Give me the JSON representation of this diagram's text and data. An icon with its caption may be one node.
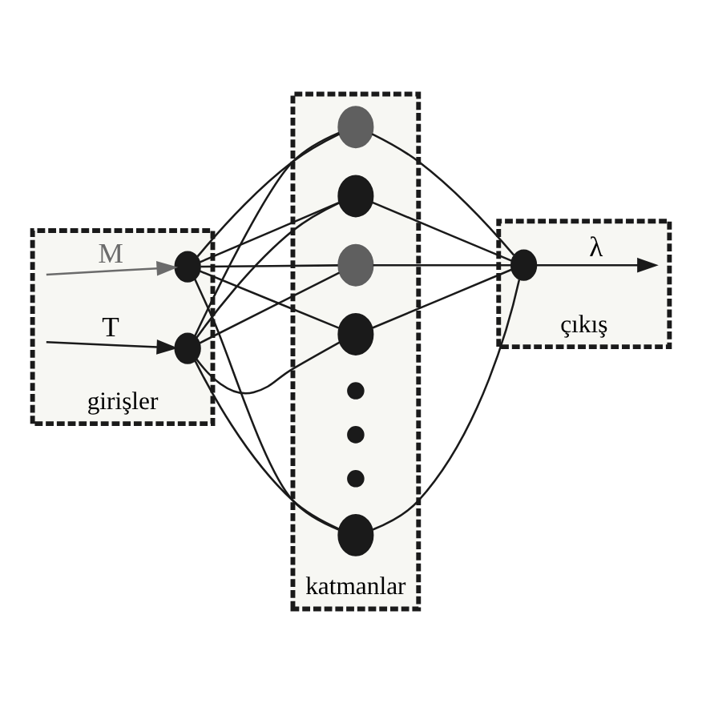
{
  "diagram": {
    "nodes": [
      {
        "text": [
          "girişler"
        ]
      },
      {
        "text": [],
        "shape": "circle",
        "in": 0
      },
      {
        "text": [],
        "shape": "circle",
        "in": 0
      },
      {
        "text": [
          "katmanlar"
        ]
      },
      {
        "text": [],
        "shape": "circle",
        "in": 3
      },
      {
        "text": [],
        "shape": "circle",
        "in": 3
      },
      {
        "text": [],
        "shape": "circle",
        "in": 3
      },
      {
        "text": [],
        "shape": "circle",
        "in": 3
      },
      {
        "text": [],
        "shape": "circle",
        "in": 3
      },
      {
        "text": [],
        "shape": "circle",
        "in": 3
      },
      {
        "text": [],
        "shape": "circle",
        "in": 3
      },
      {
        "text": [],
        "shape": "circle",
        "in": 3
      },
      {
        "text": [],
        "shape": "circle",
        "in": 13
      },
      {
        "text": [
          "çıkış"
        ]
      }
    ],
    "edges": [
      {
        "from": null,
        "to": 1,
        "arrow": "to",
        "label": "M",
        "color": "#6b6b6b"
      },
      {
        "from": null,
        "to": 2,
        "arrow": "to",
        "label": "T"
      },
      {
        "from": 1,
        "to": 4,
        "arrow": "none"
      },
      {
        "from": 1,
        "to": 5,
        "arrow": "none"
      },
      {
        "from": 1,
        "to": 6,
        "arrow": "none"
      },
      {
        "from": 1,
        "to": 7,
        "arrow": "none"
      },
      {
        "from": 1,
        "to": 11,
        "arrow": "none"
      },
      {
        "from": 2,
        "to": 4,
        "arrow": "none"
      },
      {
        "from": 2,
        "to": 5,
        "arrow": "none"
      },
      {
        "from": 2,
        "to": 6,
        "arrow": "none"
      },
      {
        "from": 2,
        "to": 7,
        "arrow": "none"
      },
      {
        "from": 2,
        "to": 11,
        "arrow": "none"
      },
      {
        "from": 4,
        "to": 12,
        "arrow": "none"
      },
      {
        "from": 5,
        "to": 12,
        "arrow": "none"
      },
      {
        "from": 6,
        "to": 12,
        "arrow": "none"
      },
      {
        "from": 7,
        "to": 12,
        "arrow": "none"
      },
      {
        "from": 11,
        "to": 12,
        "arrow": "none"
      },
      {
        "from": 12,
        "to": null,
        "arrow": "to",
        "label": "λ"
      }
    ]
  }
}
